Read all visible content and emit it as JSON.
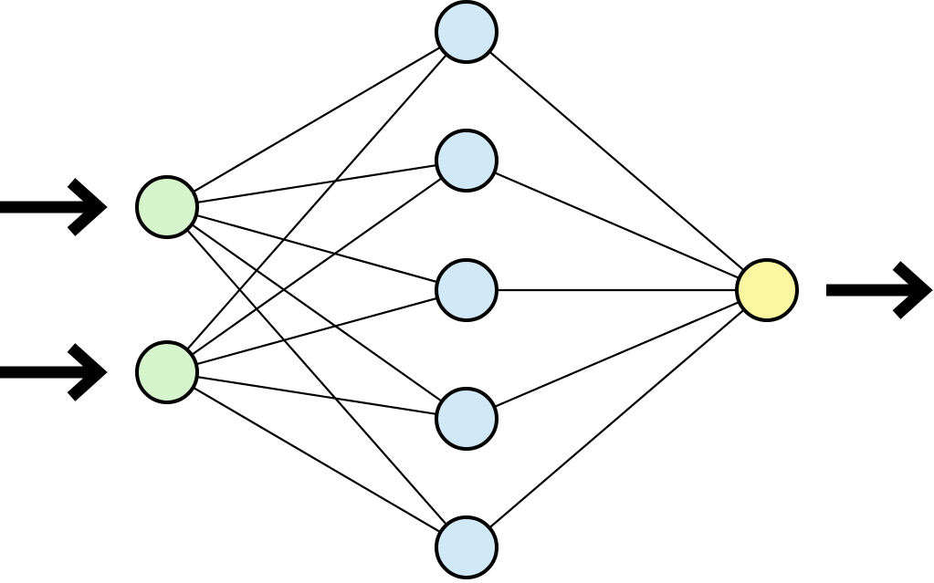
{
  "diagram": {
    "type": "neural-network",
    "layers": [
      {
        "name": "input",
        "count": 2,
        "fill": "#d6f5cc"
      },
      {
        "name": "hidden",
        "count": 5,
        "fill": "#d1e8f7"
      },
      {
        "name": "output",
        "count": 1,
        "fill": "#fbf6a0"
      }
    ],
    "connections": "fully-connected",
    "input_arrows": 2,
    "output_arrows": 1,
    "icons": [
      "right-arrow-icon"
    ]
  }
}
